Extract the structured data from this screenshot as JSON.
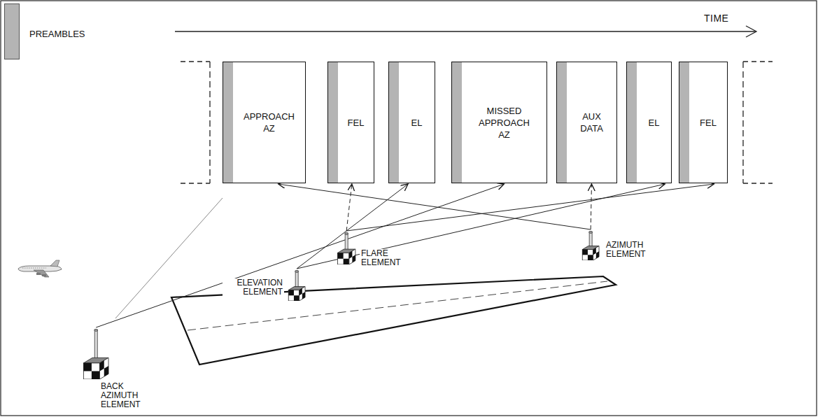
{
  "diagram": {
    "nodes": [
      {
        "text": [
          "APPROACH AZ"
        ]
      },
      {
        "text": [
          "FEL"
        ]
      },
      {
        "text": [
          "EL"
        ]
      },
      {
        "text": [
          "MISSED APPROACH AZ"
        ]
      },
      {
        "text": [
          "AUX DATA"
        ]
      },
      {
        "text": [
          "EL"
        ]
      },
      {
        "text": [
          "FEL"
        ]
      },
      {
        "text": [
          "ELEVATION ELEMENT"
        ]
      },
      {
        "text": [
          "FLARE ELEMENT"
        ]
      },
      {
        "text": [
          "AZIMUTH ELEMENT"
        ]
      },
      {
        "text": [
          "BACK AZIMUTH ELEMENT"
        ]
      }
    ],
    "edges": [
      {
        "from": 9,
        "to": 0,
        "arrow": "to"
      },
      {
        "from": 8,
        "to": 1,
        "arrow": "to"
      },
      {
        "from": 7,
        "to": 2,
        "arrow": "to"
      },
      {
        "from": 10,
        "to": 3,
        "arrow": "to"
      },
      {
        "from": 9,
        "to": 4,
        "arrow": "to"
      },
      {
        "from": 7,
        "to": 5,
        "arrow": "to"
      },
      {
        "from": 8,
        "to": 6,
        "arrow": "to"
      }
    ],
    "labels": [
      "TIME"
    ],
    "legend": [
      {
        "text": "PREAMBLES",
        "color": "#b4b4b4"
      }
    ]
  }
}
